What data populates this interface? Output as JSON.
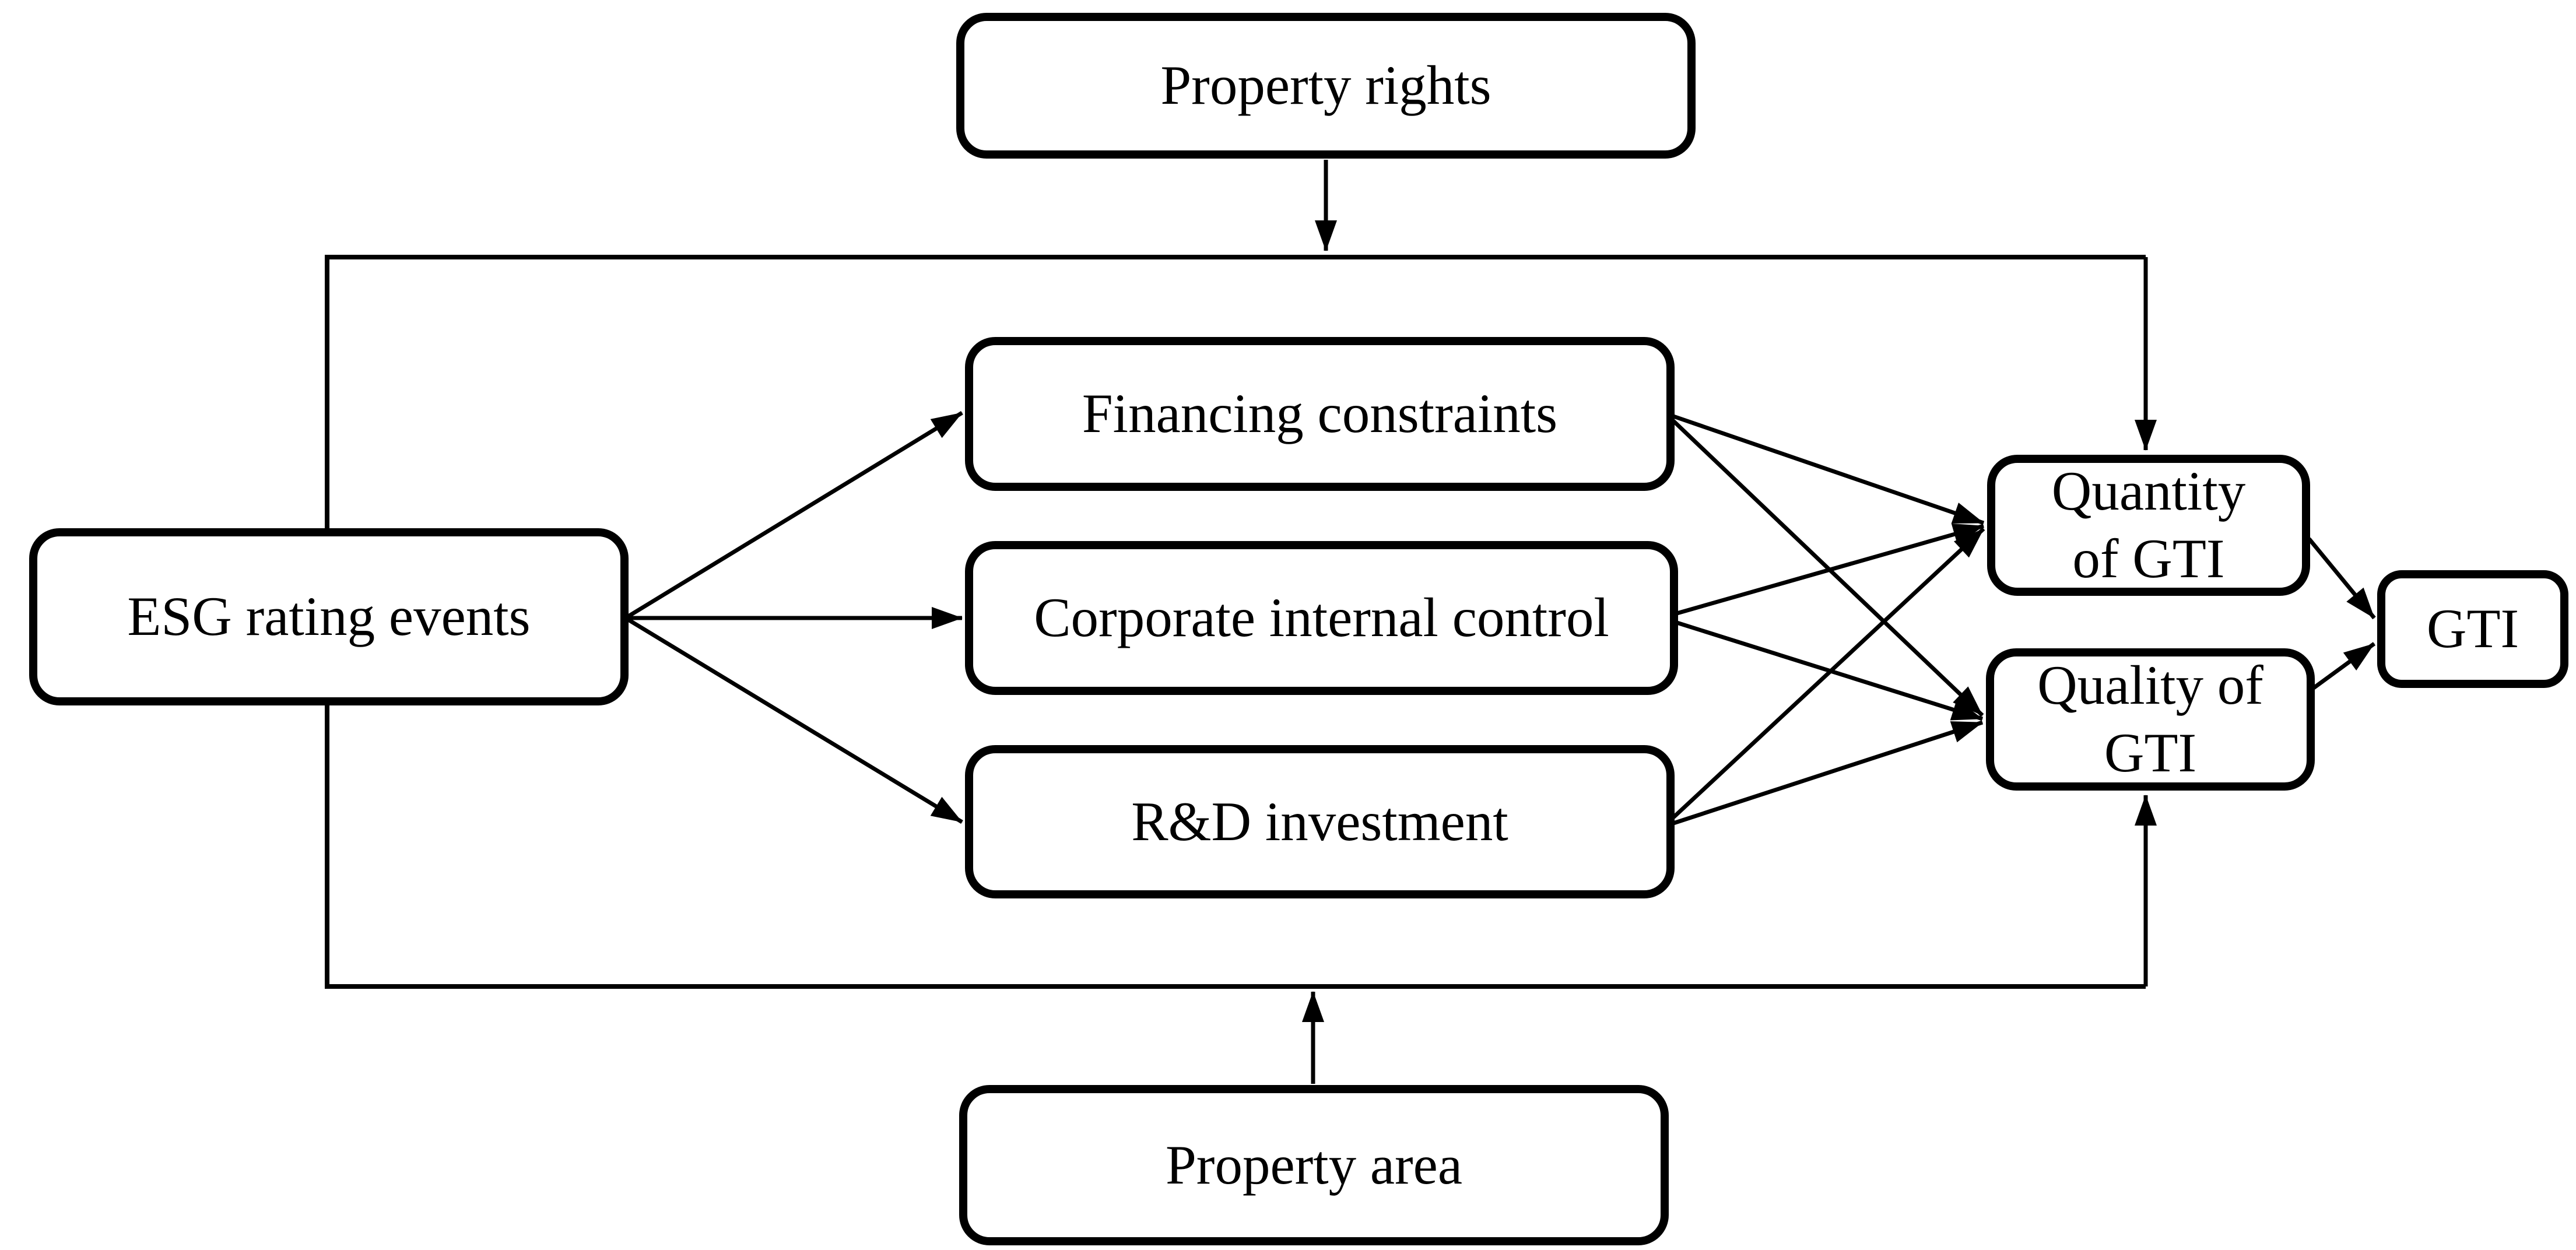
{
  "page": {
    "background": "#ffffff",
    "stroke_color": "#000000",
    "text_color": "#000000"
  },
  "diagram": {
    "nodes": {
      "property_rights": {
        "label": "Property rights"
      },
      "esg_rating_events": {
        "label": "ESG rating events"
      },
      "financing_constraints": {
        "label": "Financing constraints"
      },
      "corporate_internal_control": {
        "label": "Corporate internal control"
      },
      "rd_investment": {
        "label": "R&D investment"
      },
      "quantity_of_gti": {
        "label": "Quantity\nof GTI"
      },
      "quality_of_gti": {
        "label": "Quality of\nGTI"
      },
      "gti": {
        "label": "GTI"
      },
      "property_area": {
        "label": "Property area"
      }
    },
    "edges": [
      {
        "from": "esg_rating_events",
        "to": "financing_constraints"
      },
      {
        "from": "esg_rating_events",
        "to": "corporate_internal_control"
      },
      {
        "from": "esg_rating_events",
        "to": "rd_investment"
      },
      {
        "from": "financing_constraints",
        "to": "quantity_of_gti"
      },
      {
        "from": "financing_constraints",
        "to": "quality_of_gti"
      },
      {
        "from": "corporate_internal_control",
        "to": "quantity_of_gti"
      },
      {
        "from": "corporate_internal_control",
        "to": "quality_of_gti"
      },
      {
        "from": "rd_investment",
        "to": "quantity_of_gti"
      },
      {
        "from": "rd_investment",
        "to": "quality_of_gti"
      },
      {
        "from": "quantity_of_gti",
        "to": "gti"
      },
      {
        "from": "quality_of_gti",
        "to": "gti"
      },
      {
        "from": "property_rights",
        "to": "quantity_of_gti",
        "via": "moderation-frame-top"
      },
      {
        "from": "property_area",
        "to": "quality_of_gti",
        "via": "moderation-frame-bottom"
      },
      {
        "from": "esg_rating_events",
        "to": "moderation-frame",
        "note": "frame attaches above and below ESG box"
      }
    ]
  }
}
